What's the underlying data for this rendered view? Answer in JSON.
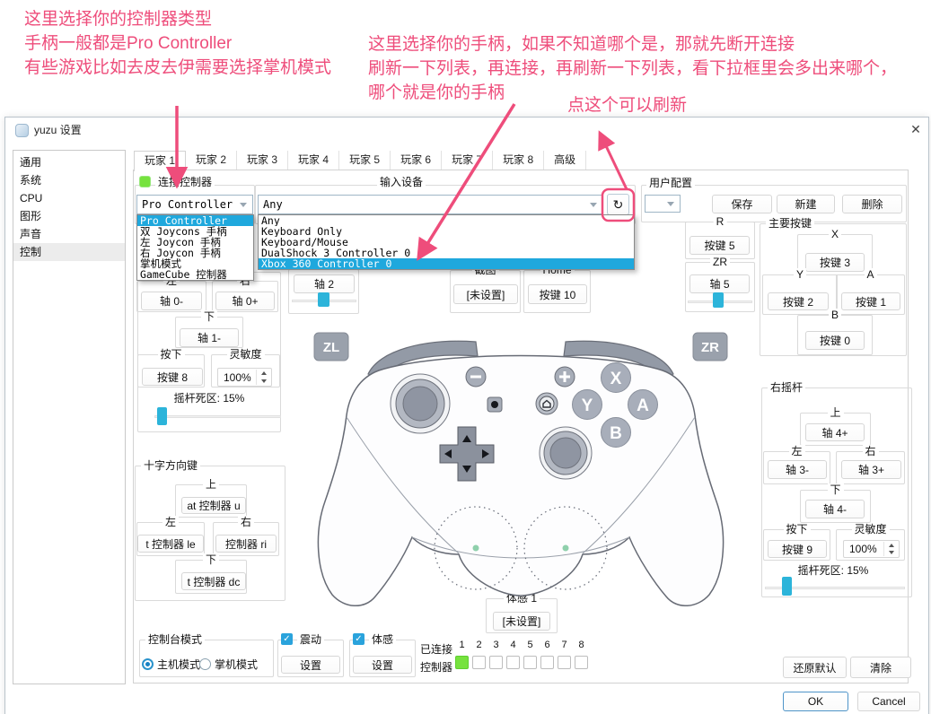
{
  "colors": {
    "accent_pink": "#ee4d7b",
    "highlight_blue": "#1fa8dd",
    "slider_cyan": "#2cb4da",
    "green_on": "#76e23e"
  },
  "annotations": {
    "ct1": "这里选择你的控制器类型",
    "ct2": "手柄一般都是Pro Controller",
    "ct3": "有些游戏比如去皮去伊需要选择掌机模式",
    "m1": "这里选择你的手柄，如果不知道哪个是，那就先断开连接",
    "m2": "刷新一下列表，再连接，再刷新一下列表，看下拉框里会多出来哪个，",
    "m3": "哪个就是你的手柄",
    "refresh": "点这个可以刷新"
  },
  "window": {
    "title": "yuzu 设置",
    "close": "✕"
  },
  "sidebar": {
    "items": [
      "通用",
      "系统",
      "CPU",
      "图形",
      "声音",
      "控制"
    ]
  },
  "tabs": {
    "items": [
      "玩家 1",
      "玩家 2",
      "玩家 3",
      "玩家 4",
      "玩家 5",
      "玩家 6",
      "玩家 7",
      "玩家 8",
      "高级"
    ]
  },
  "connect_label": "连接控制器",
  "ctype": {
    "value": "Pro Controller",
    "options": [
      "Pro Controller",
      "双 Joycons 手柄",
      "左 Joycon 手柄",
      "右 Joycon 手柄",
      "掌机模式",
      "GameCube 控制器"
    ]
  },
  "idev": {
    "label": "输入设备",
    "value": "Any",
    "options": [
      "Any",
      "Keyboard Only",
      "Keyboard/Mouse",
      "DualShock 3 Controller 0",
      "Xbox 360 Controller 0"
    ]
  },
  "profile": {
    "label": "用户配置",
    "save": "保存",
    "create": "新建",
    "remove": "删除"
  },
  "lstick": {
    "left_l": "左",
    "left_v": "轴 0-",
    "right_l": "右",
    "right_v": "轴 0+",
    "down_l": "下",
    "down_v": "轴 1-",
    "press_l": "按下",
    "press_v": "按键 8",
    "sens_l": "灵敏度",
    "sens_v": "100%",
    "dead": "摇杆死区: 15%"
  },
  "zl_v": "轴 2",
  "capture": {
    "l": "截图",
    "v": "[未设置]"
  },
  "home": {
    "l": "Home",
    "v": "按键 10"
  },
  "r": {
    "l": "R",
    "v": "按键 5"
  },
  "zr": {
    "l": "ZR",
    "v": "轴 5"
  },
  "face": {
    "l": "主要按键",
    "x_l": "X",
    "x_v": "按键 3",
    "y_l": "Y",
    "y_v": "按键 2",
    "a_l": "A",
    "a_v": "按键 1",
    "b_l": "B",
    "b_v": "按键 0"
  },
  "dpad": {
    "l": "十字方向键",
    "up_l": "上",
    "up_v": "at 控制器 u",
    "left_l": "左",
    "left_v": "t 控制器 le",
    "right_l": "右",
    "right_v": "控制器 ri",
    "down_l": "下",
    "down_v": "t 控制器 dc"
  },
  "rstick": {
    "l": "右摇杆",
    "up_l": "上",
    "up_v": "轴 4+",
    "left_l": "左",
    "left_v": "轴 3-",
    "right_l": "右",
    "right_v": "轴 3+",
    "down_l": "下",
    "down_v": "轴 4-",
    "press_l": "按下",
    "press_v": "按键 9",
    "sens_l": "灵敏度",
    "sens_v": "100%",
    "dead": "摇杆死区: 15%"
  },
  "motion1": {
    "l": "体感 1",
    "v": "[未设置]"
  },
  "console": {
    "l": "控制台模式",
    "docked": "主机模式",
    "handheld": "掌机模式"
  },
  "vib": {
    "l": "震动",
    "btn": "设置"
  },
  "motion": {
    "l": "体感",
    "btn": "设置"
  },
  "connected": {
    "row1": "已连接",
    "row2": "控制器",
    "nums": [
      "1",
      "2",
      "3",
      "4",
      "5",
      "6",
      "7",
      "8"
    ]
  },
  "footer": {
    "restore": "还原默认",
    "clear": "清除",
    "ok": "OK",
    "cancel": "Cancel"
  },
  "pad": {
    "zl": "ZL",
    "zr": "ZR",
    "x": "X",
    "y": "Y",
    "a": "A",
    "b": "B"
  },
  "icons": {
    "refresh": "↻",
    "check": "✓"
  }
}
